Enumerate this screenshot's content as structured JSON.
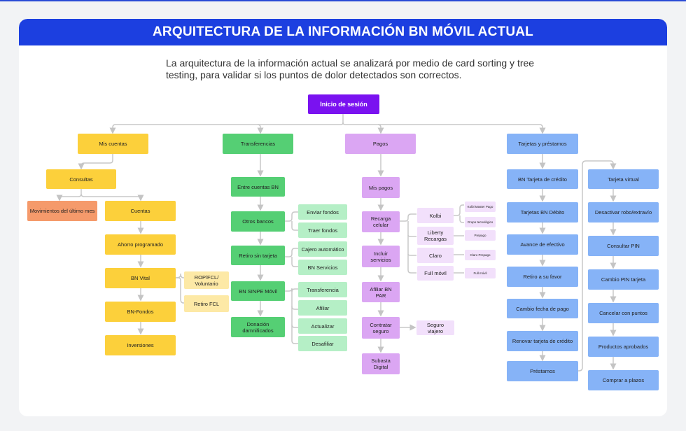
{
  "title": "ARQUITECTURA DE LA INFORMACIÓN BN MÓVIL ACTUAL",
  "subtitle": "La arquitectura de la información actual se analizará por medio de card sorting y tree testing, para validar si los puntos de dolor detectados son correctos.",
  "colors": {
    "banner": "#1c3fe0",
    "root": "#7a12f0",
    "yellow": "#fcd03b",
    "green": "#55cf74",
    "purple": "#dba6f3",
    "blue": "#86b3f7",
    "orange": "#f59a6b"
  },
  "root": "Inicio de sesión",
  "mis_cuentas": {
    "label": "Mis cuentas",
    "consultas": "Consultas",
    "movimientos": "Movimientos del último mes",
    "cuentas": "Cuentas",
    "ahorro": "Ahorro programado",
    "bn_vital": "BN Vital",
    "rop": "ROP/FCL/ Voluntario",
    "retiro_fcl": "Retiro FCL",
    "bn_fondos": "BN-Fondos",
    "inversiones": "Inversiones"
  },
  "transferencias": {
    "label": "Transferencias",
    "entre_cuentas": "Entre cuentas BN",
    "otros_bancos": "Otros bancos",
    "enviar_fondos": "Enviar fondos",
    "traer_fondos": "Traer fondos",
    "retiro_sin_tarjeta": "Retiro sin tarjeta",
    "cajero": "Cajero automático",
    "bn_servicios": "BN Servicios",
    "sinpe": "BN SINPE Móvil",
    "transferencia": "Transferencia",
    "afiliar": "Afiliar",
    "actualizar": "Actualizar",
    "desafiliar": "Desafiliar",
    "donacion": "Donación damnificados"
  },
  "pagos": {
    "label": "Pagos",
    "mis_pagos": "Mis pagos",
    "recarga": "Recarga celular",
    "kolbi": "Kolbi",
    "kolbi_master": "Kolbi Master Pago",
    "grupo_tec": "Grupo tecnológico",
    "liberty": "Liberty Recargas",
    "prepago": "Prepago",
    "claro": "Claro",
    "claro_prepago": "Claro Prepago",
    "full_movil": "Full móvil",
    "full_movil_sub": "Full móvil",
    "incluir": "Incluir servicios",
    "afiliar_par": "Afiliar BN PAR",
    "contratar": "Contratar seguro",
    "seguro_viajero": "Seguro viajero",
    "subasta": "Subasta Digital"
  },
  "tarjetas": {
    "label": "Tarjetas y préstamos",
    "left": [
      "BN Tarjeta de crédito",
      "Tarjetas BN Débito",
      "Avance de efectivo",
      "Retiro a su favor",
      "Cambio fecha de pago",
      "Renovar tarjeta de crédito",
      "Préstamos"
    ],
    "right": [
      "Tarjeta virtual",
      "Desactivar robo/extravío",
      "Consultar PIN",
      "Cambio PIN tarjeta",
      "Cancelar con puntos",
      "Productos aprobados",
      "Comprar a plazos"
    ]
  }
}
